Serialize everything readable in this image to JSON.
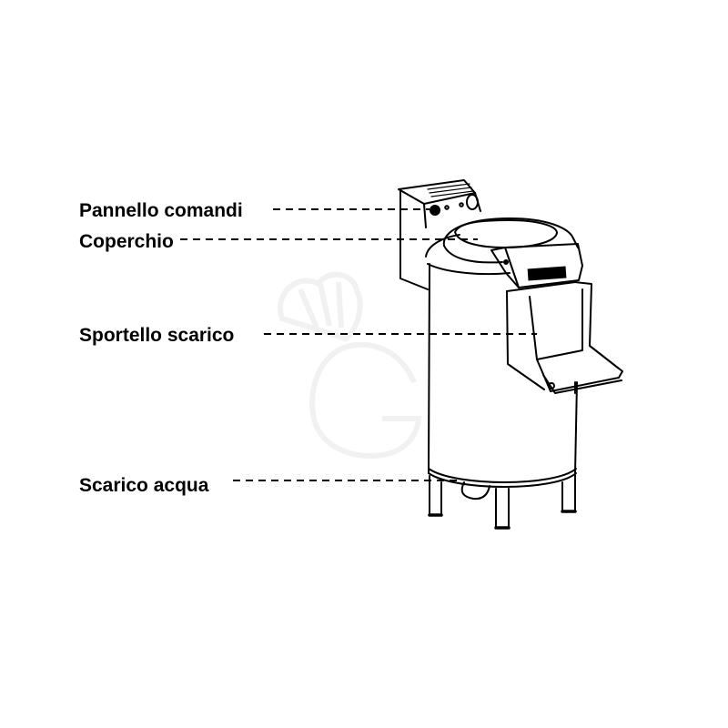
{
  "diagram": {
    "subject": "potato-peeler-machine",
    "labels": [
      {
        "id": "pannello-comandi",
        "text": "Pannello comandi"
      },
      {
        "id": "coperchio",
        "text": "Coperchio"
      },
      {
        "id": "sportello-scarico",
        "text": "Sportello scarico"
      },
      {
        "id": "scarico-acqua",
        "text": "Scarico acqua"
      }
    ],
    "watermark": "G",
    "colors": {
      "background": "#ffffff",
      "ink": "#000000",
      "watermark": "#f2f2f2"
    }
  }
}
